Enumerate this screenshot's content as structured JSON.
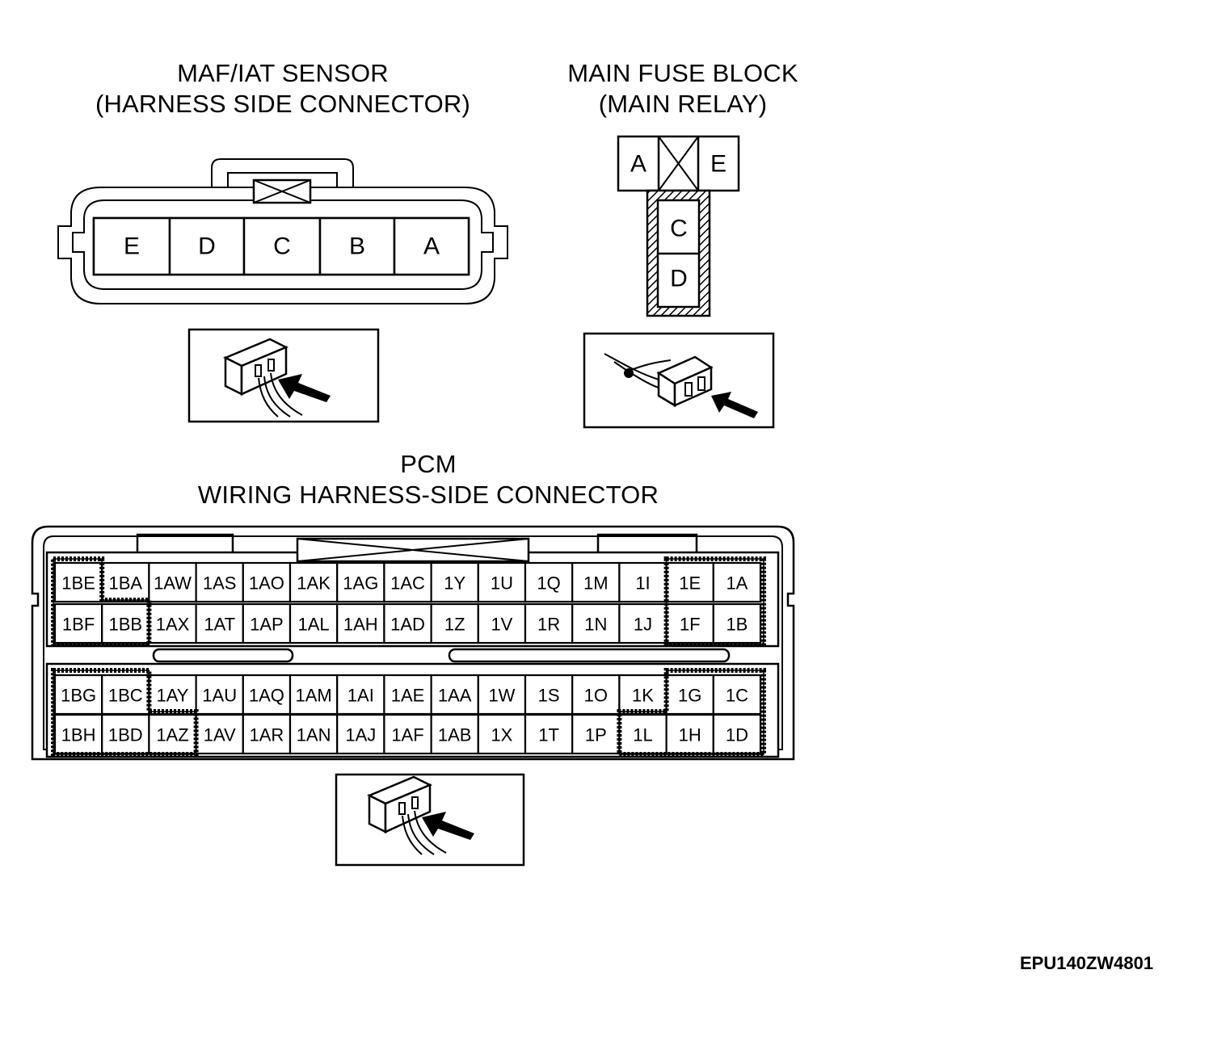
{
  "maf_sensor": {
    "title_line1": "MAF/IAT SENSOR",
    "title_line2": "(HARNESS SIDE CONNECTOR)",
    "pins": [
      "E",
      "D",
      "C",
      "B",
      "A"
    ]
  },
  "main_fuse_block": {
    "title_line1": "MAIN FUSE BLOCK",
    "title_line2": "(MAIN RELAY)",
    "top_pins": [
      "A",
      "E"
    ],
    "lower_pins": [
      "C",
      "D"
    ]
  },
  "pcm": {
    "title_line1": "PCM",
    "title_line2": "WIRING HARNESS-SIDE CONNECTOR",
    "upper_rows": [
      [
        "1BE",
        "1BA",
        "1AW",
        "1AS",
        "1AO",
        "1AK",
        "1AG",
        "1AC",
        "1Y",
        "1U",
        "1Q",
        "1M",
        "1I",
        "1E",
        "1A"
      ],
      [
        "1BF",
        "1BB",
        "1AX",
        "1AT",
        "1AP",
        "1AL",
        "1AH",
        "1AD",
        "1Z",
        "1V",
        "1R",
        "1N",
        "1J",
        "1F",
        "1B"
      ]
    ],
    "lower_rows": [
      [
        "1BG",
        "1BC",
        "1AY",
        "1AU",
        "1AQ",
        "1AM",
        "1AI",
        "1AE",
        "1AA",
        "1W",
        "1S",
        "1O",
        "1K",
        "1G",
        "1C"
      ],
      [
        "1BH",
        "1BD",
        "1AZ",
        "1AV",
        "1AR",
        "1AN",
        "1AJ",
        "1AF",
        "1AB",
        "1X",
        "1T",
        "1P",
        "1L",
        "1H",
        "1D"
      ]
    ]
  },
  "reference_code": "EPU140ZW4801",
  "icons": [
    "connector-view-icon",
    "relay-connector-view-icon",
    "pcm-connector-view-icon"
  ]
}
